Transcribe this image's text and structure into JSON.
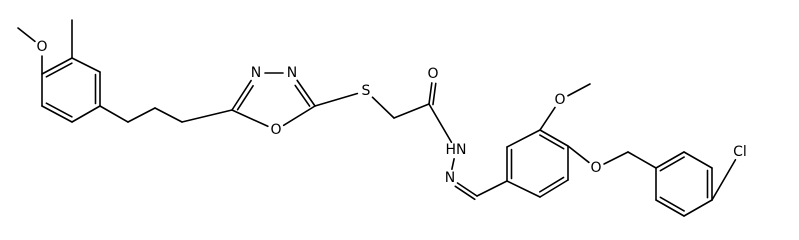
{
  "colors": {
    "bond": "#000000",
    "label": "#000000",
    "background": "#ffffff"
  },
  "atoms": [
    {
      "id": "Me1",
      "label": ""
    },
    {
      "id": "O1",
      "label": "O"
    },
    {
      "id": "A1",
      "label": ""
    },
    {
      "id": "A2",
      "label": ""
    },
    {
      "id": "A3",
      "label": ""
    },
    {
      "id": "A4",
      "label": ""
    },
    {
      "id": "A5",
      "label": ""
    },
    {
      "id": "A6",
      "label": ""
    },
    {
      "id": "Me2",
      "label": ""
    },
    {
      "id": "P1",
      "label": ""
    },
    {
      "id": "P2",
      "label": ""
    },
    {
      "id": "P3",
      "label": ""
    },
    {
      "id": "X1",
      "label": ""
    },
    {
      "id": "N3",
      "label": "N"
    },
    {
      "id": "N4",
      "label": "N"
    },
    {
      "id": "X2",
      "label": ""
    },
    {
      "id": "O2",
      "label": "O"
    },
    {
      "id": "S1",
      "label": "S"
    },
    {
      "id": "C10",
      "label": ""
    },
    {
      "id": "C11",
      "label": ""
    },
    {
      "id": "O3",
      "label": "O"
    },
    {
      "id": "N5",
      "label": "HN"
    },
    {
      "id": "N6",
      "label": "N"
    },
    {
      "id": "C12",
      "label": ""
    },
    {
      "id": "B1",
      "label": ""
    },
    {
      "id": "B2",
      "label": ""
    },
    {
      "id": "B3",
      "label": ""
    },
    {
      "id": "B4",
      "label": ""
    },
    {
      "id": "B5",
      "label": ""
    },
    {
      "id": "B6",
      "label": ""
    },
    {
      "id": "O4",
      "label": "O"
    },
    {
      "id": "Me3",
      "label": ""
    },
    {
      "id": "O5",
      "label": "O"
    },
    {
      "id": "C13",
      "label": ""
    },
    {
      "id": "D1",
      "label": ""
    },
    {
      "id": "D2",
      "label": ""
    },
    {
      "id": "D3",
      "label": ""
    },
    {
      "id": "D4",
      "label": ""
    },
    {
      "id": "D5",
      "label": ""
    },
    {
      "id": "D6",
      "label": ""
    },
    {
      "id": "Cl",
      "label": "Cl"
    }
  ],
  "bonds": [
    {
      "a": "Me1",
      "b": "O1",
      "order": 1
    },
    {
      "a": "O1",
      "b": "A1",
      "order": 1
    },
    {
      "a": "A1",
      "b": "A2",
      "order": 2
    },
    {
      "a": "A2",
      "b": "A3",
      "order": 1
    },
    {
      "a": "A3",
      "b": "A4",
      "order": 2
    },
    {
      "a": "A4",
      "b": "A5",
      "order": 1
    },
    {
      "a": "A5",
      "b": "A6",
      "order": 2
    },
    {
      "a": "A6",
      "b": "A1",
      "order": 1
    },
    {
      "a": "A2",
      "b": "Me2",
      "order": 1
    },
    {
      "a": "A4",
      "b": "P1",
      "order": 1
    },
    {
      "a": "P1",
      "b": "P2",
      "order": 1
    },
    {
      "a": "P2",
      "b": "P3",
      "order": 1
    },
    {
      "a": "P3",
      "b": "X1",
      "order": 1
    },
    {
      "a": "X1",
      "b": "N3",
      "order": 2
    },
    {
      "a": "N3",
      "b": "N4",
      "order": 1
    },
    {
      "a": "N4",
      "b": "X2",
      "order": 2
    },
    {
      "a": "X2",
      "b": "O2",
      "order": 1
    },
    {
      "a": "O2",
      "b": "X1",
      "order": 1
    },
    {
      "a": "X2",
      "b": "S1",
      "order": 1
    },
    {
      "a": "S1",
      "b": "C10",
      "order": 1
    },
    {
      "a": "C10",
      "b": "C11",
      "order": 1
    },
    {
      "a": "C11",
      "b": "O3",
      "order": 2
    },
    {
      "a": "C11",
      "b": "N5",
      "order": 1
    },
    {
      "a": "N5",
      "b": "N6",
      "order": 1
    },
    {
      "a": "N6",
      "b": "C12",
      "order": 2
    },
    {
      "a": "C12",
      "b": "B1",
      "order": 1
    },
    {
      "a": "B1",
      "b": "B2",
      "order": 2
    },
    {
      "a": "B2",
      "b": "B3",
      "order": 1
    },
    {
      "a": "B3",
      "b": "B4",
      "order": 2
    },
    {
      "a": "B4",
      "b": "B5",
      "order": 1
    },
    {
      "a": "B5",
      "b": "B6",
      "order": 2
    },
    {
      "a": "B6",
      "b": "B1",
      "order": 1
    },
    {
      "a": "B3",
      "b": "O4",
      "order": 1
    },
    {
      "a": "O4",
      "b": "Me3",
      "order": 1
    },
    {
      "a": "B4",
      "b": "O5",
      "order": 1
    },
    {
      "a": "O5",
      "b": "C13",
      "order": 1
    },
    {
      "a": "C13",
      "b": "D1",
      "order": 1
    },
    {
      "a": "D1",
      "b": "D2",
      "order": 2
    },
    {
      "a": "D2",
      "b": "D3",
      "order": 1
    },
    {
      "a": "D3",
      "b": "D4",
      "order": 2
    },
    {
      "a": "D4",
      "b": "D5",
      "order": 1
    },
    {
      "a": "D5",
      "b": "D6",
      "order": 2
    },
    {
      "a": "D6",
      "b": "D1",
      "order": 1
    },
    {
      "a": "D4",
      "b": "Cl",
      "order": 1
    }
  ]
}
